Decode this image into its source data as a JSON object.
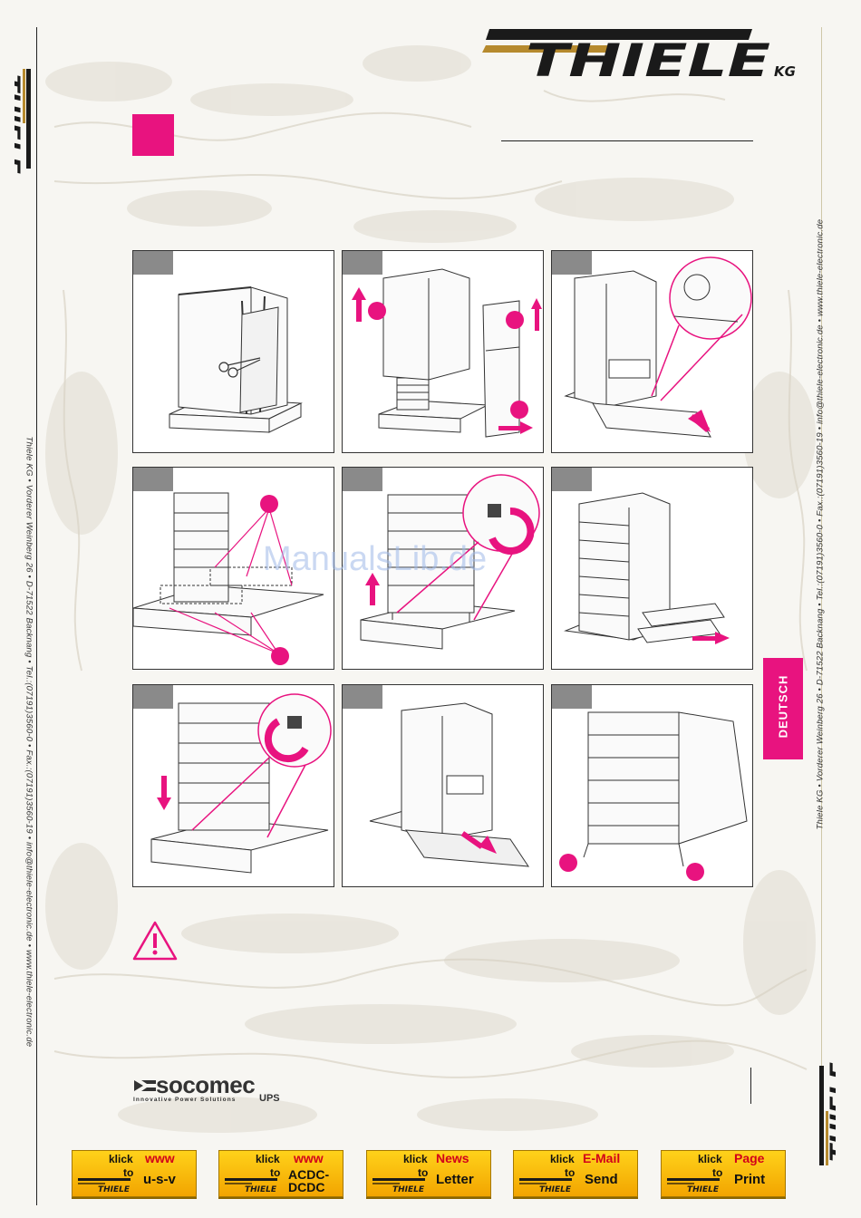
{
  "brand": {
    "logo_text": "THIELE",
    "logo_suffix": "KG",
    "partner_name": "socomec",
    "partner_tagline": "Innovative Power Solutions",
    "partner_division": "UPS"
  },
  "side_text": {
    "left": "Thiele KG • Vorderer Weinberg 26 • D-71522 Backnang • Tel.:(07191)3560-0 • Fax.:(07191)3560-19 • info@thiele-electronic.de • www.thiele-electronic.de",
    "right": "Thiele KG • Vorderer Weinberg 26 • D-71522 Backnang • Tel.:(07191)3560-0 • Fax.:(07191)3560-19 • info@thiele-electronic.de • www.thiele-electronic.de"
  },
  "language_tab": "DEUTSCH",
  "watermark": "ManualsLib.de",
  "colors": {
    "accent": "#e8137f",
    "tab_gray": "#8a8a8a",
    "gold": "#b68a2e",
    "button_yellow": "#ffd21a"
  },
  "buttons": [
    {
      "klick": "klick",
      "to": "to",
      "main": "www",
      "sub": "u-s-v"
    },
    {
      "klick": "klick",
      "to": "to",
      "main": "www",
      "sub": "ACDC-\nDCDC"
    },
    {
      "klick": "klick",
      "to": "to",
      "main": "News",
      "sub": "Letter"
    },
    {
      "klick": "klick",
      "to": "to",
      "main": "E-Mail",
      "sub": "Send"
    },
    {
      "klick": "klick",
      "to": "to",
      "main": "Page",
      "sub": "Print"
    }
  ]
}
